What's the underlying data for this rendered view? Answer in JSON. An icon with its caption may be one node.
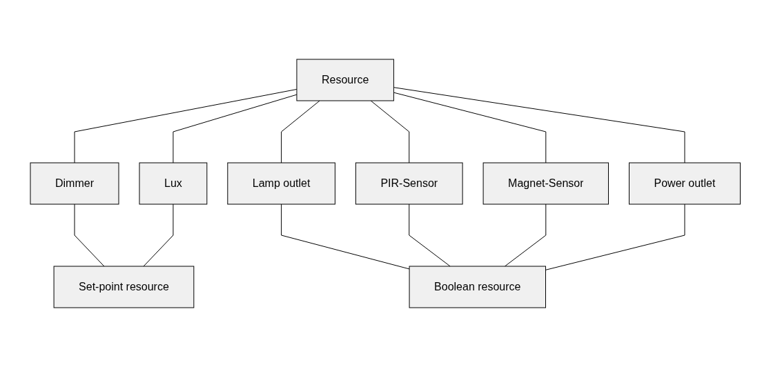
{
  "diagram": {
    "nodes": [
      {
        "text": [
          "Resource"
        ]
      },
      {
        "text": [
          "Dimmer"
        ]
      },
      {
        "text": [
          "Lux"
        ]
      },
      {
        "text": [
          "Lamp outlet"
        ]
      },
      {
        "text": [
          "PIR-Sensor"
        ]
      },
      {
        "text": [
          "Magnet-Sensor"
        ]
      },
      {
        "text": [
          "Power outlet"
        ]
      },
      {
        "text": [
          "Set-point resource"
        ]
      },
      {
        "text": [
          "Boolean resource"
        ]
      }
    ],
    "edges": [
      {
        "from": 0,
        "to": 1,
        "arrow": "none"
      },
      {
        "from": 0,
        "to": 2,
        "arrow": "none"
      },
      {
        "from": 0,
        "to": 3,
        "arrow": "none"
      },
      {
        "from": 0,
        "to": 4,
        "arrow": "none"
      },
      {
        "from": 0,
        "to": 5,
        "arrow": "none"
      },
      {
        "from": 0,
        "to": 6,
        "arrow": "none"
      },
      {
        "from": 1,
        "to": 7,
        "arrow": "none"
      },
      {
        "from": 2,
        "to": 7,
        "arrow": "none"
      },
      {
        "from": 3,
        "to": 8,
        "arrow": "none"
      },
      {
        "from": 4,
        "to": 8,
        "arrow": "none"
      },
      {
        "from": 5,
        "to": 8,
        "arrow": "none"
      },
      {
        "from": 6,
        "to": 8,
        "arrow": "none"
      }
    ]
  }
}
